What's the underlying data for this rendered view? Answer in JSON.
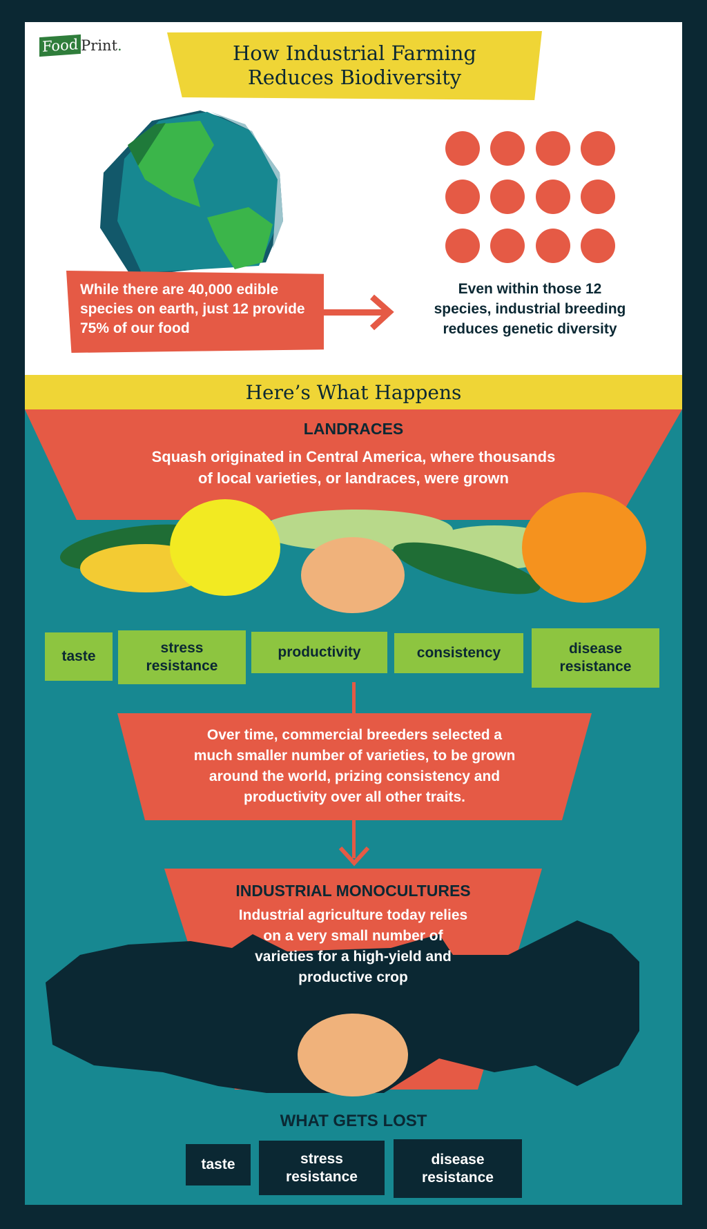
{
  "logo": "FoodPrint.",
  "title": "How Industrial Farming\nReduces Biodiversity",
  "intro": {
    "left": "While there are 40,000 edible species on earth, just 12 provide 75% of our food",
    "right": "Even within those 12\nspecies, industrial breeding\nreduces genetic diversity",
    "dot_count": 12
  },
  "section_title": "Here’s What Happens",
  "landraces": {
    "heading": "LANDRACES",
    "text": "Squash originated in Central America, where thousands\nof local varieties, or landraces, were grown",
    "traits": [
      "taste",
      "stress\nresistance",
      "productivity",
      "consistency",
      "disease\nresistance"
    ]
  },
  "breeders": {
    "text": "Over time, commercial breeders selected a\nmuch smaller number of varieties, to be grown\naround the world, prizing consistency and\nproductivity over all other traits."
  },
  "monocultures": {
    "heading": "INDUSTRIAL MONOCULTURES",
    "text": "Industrial agriculture today relies\non a very small number of\nvarieties for a high-yield and\nproductive crop"
  },
  "lost": {
    "heading": "WHAT GETS LOST",
    "traits": [
      "taste",
      "stress\nresistance",
      "disease\nresistance"
    ]
  },
  "colors": {
    "navy": "#0b2833",
    "yellow": "#efd536",
    "red": "#e55a45",
    "teal": "#178891",
    "green": "#8dc540"
  }
}
